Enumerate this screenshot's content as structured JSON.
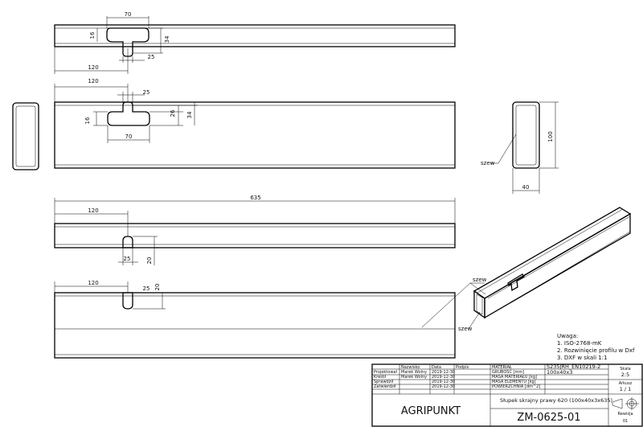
{
  "views": {
    "top": {
      "dims": [
        "70",
        "16",
        "34",
        "120",
        "25"
      ]
    },
    "front": {
      "dims": [
        "120",
        "25",
        "16",
        "26",
        "34",
        "70"
      ]
    },
    "section": {
      "dims": [
        "100",
        "40"
      ],
      "weld": "szew"
    },
    "long": {
      "dims": [
        "635",
        "120",
        "25",
        "20"
      ]
    },
    "bottom": {
      "dims": [
        "120",
        "25",
        "20"
      ]
    }
  },
  "iso": {
    "weld_1": "szew",
    "weld_2": "szew"
  },
  "notes": {
    "title": "Uwaga:",
    "items": [
      "1. ISO-2768-mK",
      "2. Rozwinięcie profilu w Dxf",
      "3. DXF w skali 1:1"
    ]
  },
  "title_block": {
    "headers": [
      "Nazwisko",
      "Data",
      "Podpis"
    ],
    "roles": [
      {
        "role": "Projektował",
        "name": "Marek Wolny",
        "date": "2019-12-30"
      },
      {
        "role": "Kreślił",
        "name": "Marek Wolny",
        "date": "2019-12-30"
      },
      {
        "role": "Sprawdził",
        "name": "",
        "date": "2019-12-30"
      },
      {
        "role": "Zatwierdził",
        "name": "",
        "date": "2019-12-30"
      }
    ],
    "props": [
      {
        "label": "MATERIAŁ",
        "value": "S235JRH_EN10219-2"
      },
      {
        "label": "GRUBOŚĆ [mm]",
        "value": "100x40x3"
      },
      {
        "label": "MASA MATERIAŁU [kg]",
        "value": ""
      },
      {
        "label": "MASA ELEMENTU [kg]",
        "value": ""
      },
      {
        "label": "POWIERZCHNIA [dm^2]",
        "value": ""
      }
    ],
    "company": "AGRIPUNKT",
    "part_name": "Słupek skrajny prawy 620 (100x40x3x635)",
    "drawing_number": "ZM-0625-01",
    "scale_label": "Skala",
    "scale": "2:5",
    "sheet_label": "Arkusz",
    "sheet": "1 / 1",
    "revision_label": "Rewizja",
    "revision": "01"
  }
}
